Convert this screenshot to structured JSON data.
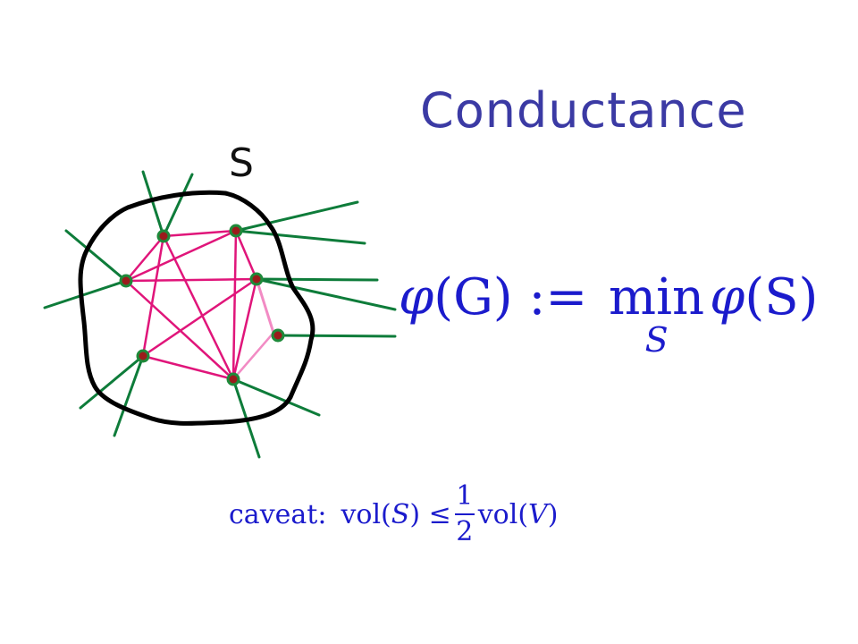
{
  "title": "Conductance",
  "set_label": "S",
  "formula": {
    "phi": "φ",
    "lhs_arg": "(G)",
    "assign": " := ",
    "min": "min",
    "min_sub": "S",
    "rhs_arg": "(S)"
  },
  "caveat": {
    "label": "caveat:",
    "vol_s": "vol(",
    "s_var": "S",
    "close": ")",
    "leq": " ≤ ",
    "num": "1",
    "den": "2",
    "vol_v": "vol(",
    "v_var": "V",
    "close2": ")"
  },
  "colors": {
    "title": "#3b3aa4",
    "formula": "#1b1bcc",
    "boundary": "#000000",
    "internal_edge": "#e0157a",
    "light_internal_edge": "#f28bc4",
    "external_edge": "#0e7c3a",
    "node_fill": "#9b1b1b",
    "node_stroke": "#1e8a3a"
  },
  "icons": {
    "node": "graph-node-icon"
  }
}
